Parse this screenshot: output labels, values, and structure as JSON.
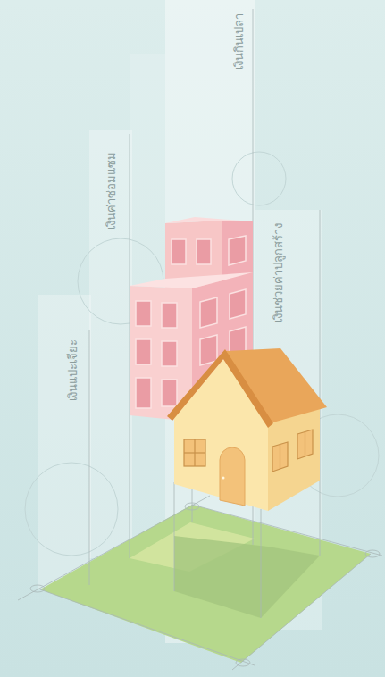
{
  "diagram": {
    "nodes": [
      {
        "text": [
          "เงินแปะเจียะ"
        ]
      },
      {
        "text": [
          "เงินค่าซ่อมแซม"
        ]
      },
      {
        "text": [
          "เงินกินเปล่า"
        ]
      },
      {
        "text": [
          "เงินช่วยค่าปลูกสร้าง"
        ]
      }
    ]
  }
}
